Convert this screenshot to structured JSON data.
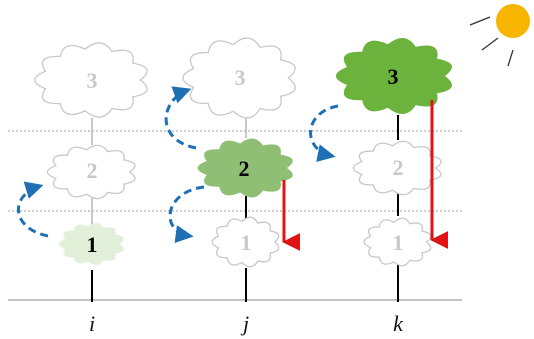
{
  "columns": [
    {
      "axis_label": "i",
      "clouds": [
        {
          "label": "3",
          "state": "faded"
        },
        {
          "label": "2",
          "state": "faded"
        },
        {
          "label": "1",
          "state": "light-green"
        }
      ]
    },
    {
      "axis_label": "j",
      "clouds": [
        {
          "label": "3",
          "state": "faded"
        },
        {
          "label": "2",
          "state": "green"
        },
        {
          "label": "1",
          "state": "faded"
        }
      ]
    },
    {
      "axis_label": "k",
      "clouds": [
        {
          "label": "3",
          "state": "bright-green"
        },
        {
          "label": "2",
          "state": "faded"
        },
        {
          "label": "1",
          "state": "faded"
        }
      ]
    }
  ],
  "colors": {
    "faded_outline": "#c8c8c8",
    "faded_text": "#c8c8c8",
    "light_green_fill": "#e2efd9",
    "green_fill": "#8fbf74",
    "bright_green_fill": "#6bb33d",
    "dark_text": "#000000",
    "red_arrow": "#e01414",
    "blue_arrow": "#1f6fb5",
    "sun": "#f7b500",
    "dotted_line": "#9a9a9a"
  },
  "icons": {
    "sun": "sun-icon",
    "succession_arrow": "curved-dashed-arrow",
    "shading_arrow": "red-down-arrow"
  }
}
